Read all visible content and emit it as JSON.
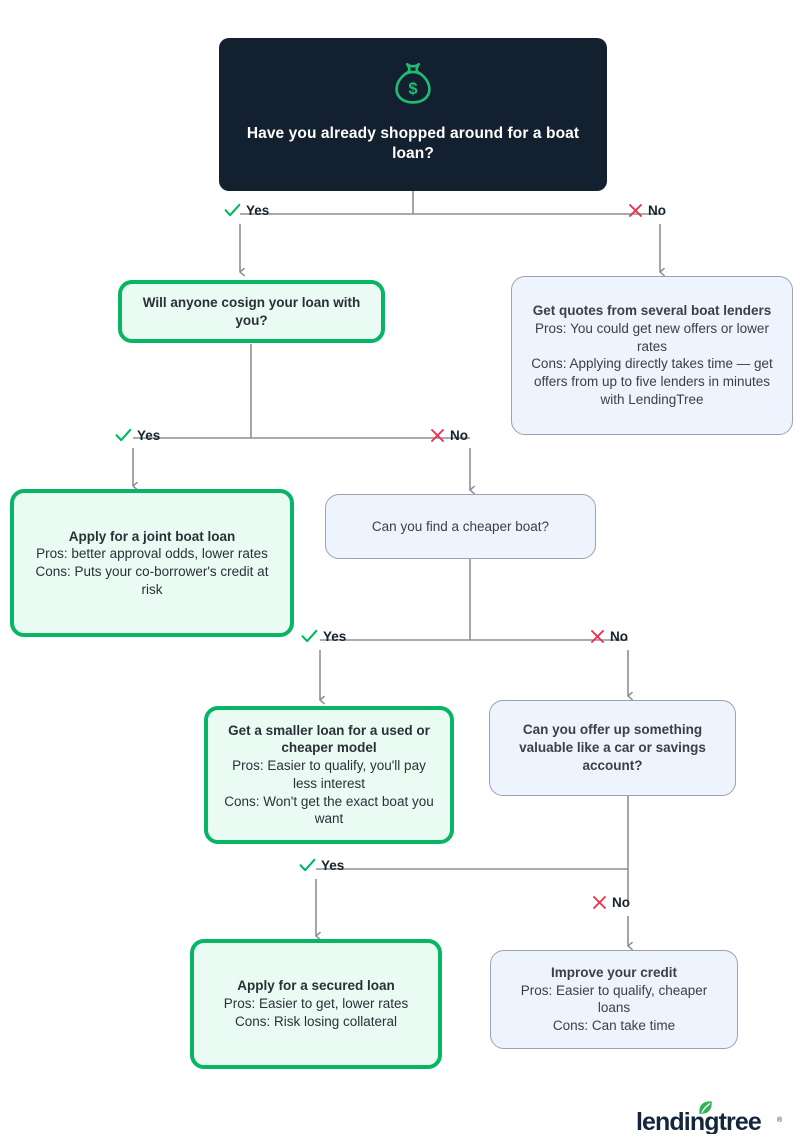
{
  "page": {
    "title": "Boat loan decision flowchart",
    "background": "#ffffff"
  },
  "colors": {
    "dark_navy": "#132030",
    "green_accent": "#07b565",
    "green_fill": "#eafbf3",
    "blue_fill": "#eef4fd",
    "blue_border": "#9aa3ae",
    "check_green": "#00b762",
    "cross_red": "#e8344e",
    "wire_gray": "#8c9096",
    "text_dark": "#2b3038"
  },
  "root": {
    "icon": "money-bag-icon",
    "question": "Have you already shopped around for a boat loan?"
  },
  "branches": {
    "level1_yes": {
      "label": "Yes",
      "icon": "check-icon"
    },
    "level1_no": {
      "label": "No",
      "icon": "cross-icon"
    },
    "level2_yes": {
      "label": "Yes",
      "icon": "check-icon"
    },
    "level2_no": {
      "label": "No",
      "icon": "cross-icon"
    },
    "level3_yes": {
      "label": "Yes",
      "icon": "check-icon"
    },
    "level3_no": {
      "label": "No",
      "icon": "cross-icon"
    },
    "level4_yes": {
      "label": "Yes",
      "icon": "check-icon"
    },
    "level4_no": {
      "label": "No",
      "icon": "cross-icon"
    }
  },
  "nodes": {
    "cosign_question": {
      "text": "Will anyone cosign your loan with you?",
      "style": "green-question"
    },
    "get_quotes": {
      "title": "Get quotes from several boat lenders",
      "pros": "Pros: You could get new offers or lower rates",
      "cons": "Cons: Applying directly takes time — get offers from up to five lenders in minutes with LendingTree",
      "style": "blue-outcome"
    },
    "joint_loan": {
      "title": "Apply for a joint boat loan",
      "pros": "Pros: better approval odds, lower rates",
      "cons": "Cons: Puts your co-borrower's credit at risk",
      "style": "green-outcome"
    },
    "cheaper_boat_question": {
      "text": "Can you find a cheaper boat?",
      "style": "blue-question"
    },
    "smaller_loan": {
      "title": "Get a smaller loan for a used or cheaper model",
      "pros": "Pros: Easier to qualify, you'll pay less interest",
      "cons": "Cons: Won't get the exact boat you want",
      "style": "green-outcome"
    },
    "collateral_question": {
      "text": "Can you offer up something valuable like a car or savings account?",
      "style": "blue-question"
    },
    "secured_loan": {
      "title": "Apply for a secured loan",
      "pros": "Pros: Easier to get, lower rates",
      "cons": "Cons: Risk losing collateral",
      "style": "green-outcome"
    },
    "improve_credit": {
      "title": "Improve your credit",
      "pros": "Pros: Easier to qualify, cheaper loans",
      "cons": "Cons: Can take time",
      "style": "blue-outcome"
    }
  },
  "logo": {
    "name": "lendingtree-logo",
    "wordmark": "lendingtree",
    "trademark": "®"
  }
}
